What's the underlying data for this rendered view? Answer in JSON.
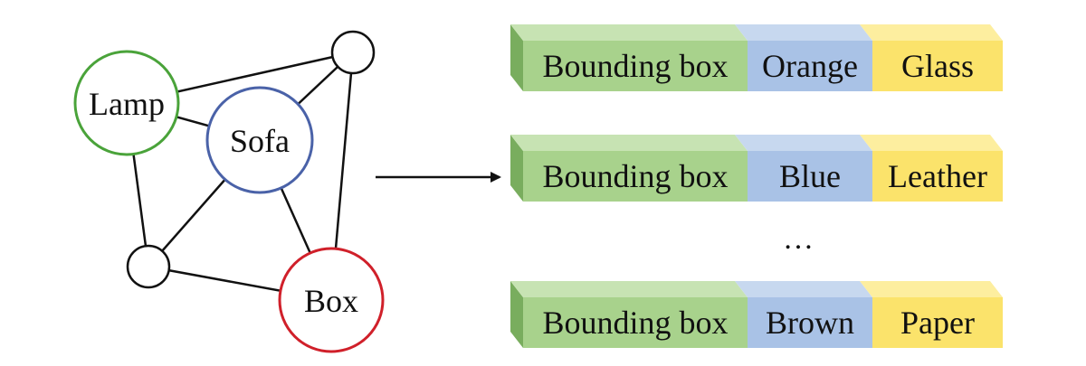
{
  "graph": {
    "nodes": [
      {
        "id": "lamp",
        "label": "Lamp",
        "color": "#4aa33a"
      },
      {
        "id": "sofa",
        "label": "Sofa",
        "color": "#4a62a8"
      },
      {
        "id": "box",
        "label": "Box",
        "color": "#d0202a"
      },
      {
        "id": "top-right",
        "label": "",
        "color": "#111111"
      },
      {
        "id": "bottom-left",
        "label": "",
        "color": "#111111"
      }
    ],
    "edges": [
      [
        "lamp",
        "top-right"
      ],
      [
        "lamp",
        "sofa"
      ],
      [
        "lamp",
        "bottom-left"
      ],
      [
        "sofa",
        "top-right"
      ],
      [
        "sofa",
        "bottom-left"
      ],
      [
        "sofa",
        "box"
      ],
      [
        "top-right",
        "box"
      ],
      [
        "bottom-left",
        "box"
      ]
    ]
  },
  "feature_rows": [
    {
      "bbox": "Bounding box",
      "color": "Orange",
      "material": "Glass"
    },
    {
      "bbox": "Bounding box",
      "color": "Blue",
      "material": "Leather"
    },
    {
      "bbox": "Bounding box",
      "color": "Brown",
      "material": "Paper"
    }
  ],
  "ellipsis": "…",
  "colors": {
    "green_face": "#a8d28c",
    "green_top": "#c7e3b3",
    "green_side": "#79ad5e",
    "blue_face": "#a9c2e6",
    "blue_top": "#c7d8ef",
    "yellow_face": "#fbe36b",
    "yellow_top": "#fdee9f"
  }
}
